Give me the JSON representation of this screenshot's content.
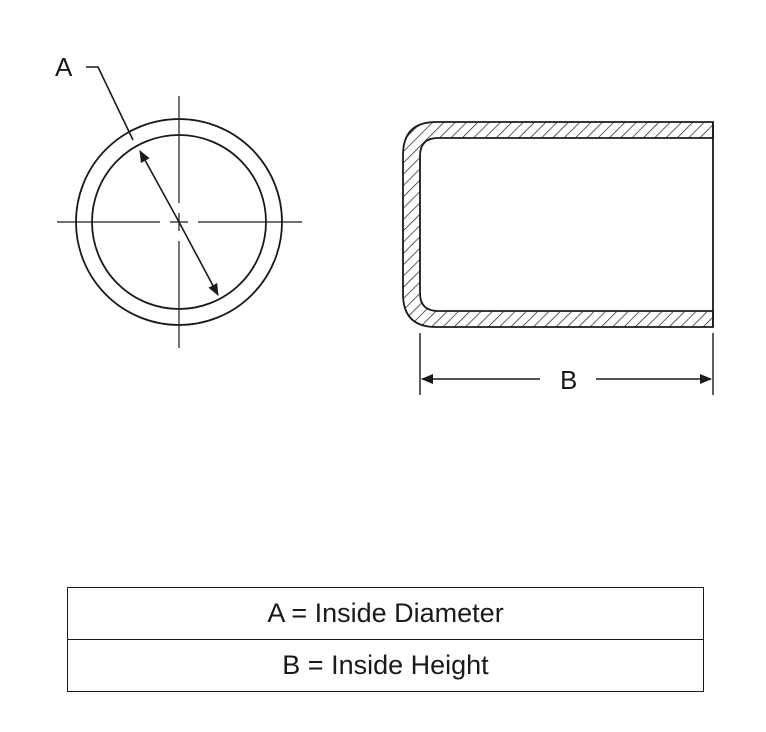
{
  "diagram": {
    "labels": {
      "a": "A",
      "b": "B"
    }
  },
  "legend": {
    "rows": [
      {
        "text": "A = Inside Diameter"
      },
      {
        "text": "B = Inside Height"
      }
    ]
  },
  "colors": {
    "line": "#1a1a1a",
    "background": "#ffffff"
  }
}
